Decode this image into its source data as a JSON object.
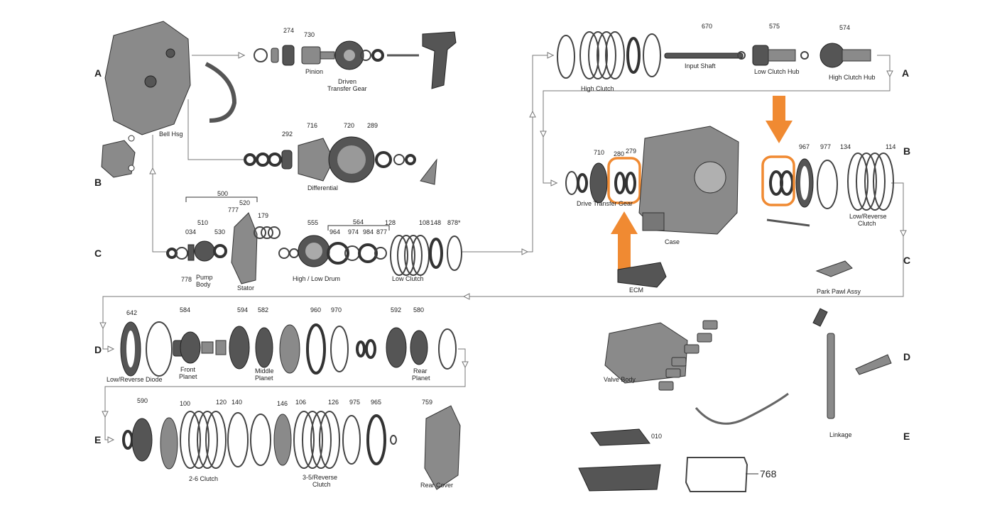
{
  "row_markers": [
    "A",
    "B",
    "C",
    "D",
    "E"
  ],
  "labels": {
    "bell_hsg": "Bell Hsg",
    "pinion": "Pinion",
    "driven_transfer_gear_1": "Driven",
    "driven_transfer_gear_2": "Transfer Gear",
    "differential": "Differential",
    "pump_body_1": "Pump",
    "pump_body_2": "Body",
    "stator": "Stator",
    "high_low_drum": "High / Low Drum",
    "low_clutch": "Low Clutch",
    "high_clutch": "High Clutch",
    "input_shaft": "Input Shaft",
    "low_clutch_hub": "Low Clutch Hub",
    "high_clutch_hub": "High Clutch Hub",
    "drive_transfer_gear": "Drive Transfer Gear",
    "case": "Case",
    "ecm": "ECM",
    "low_reverse_clutch_1": "Low/Reverse",
    "low_reverse_clutch_2": "Clutch",
    "park_pawl_assy": "Park Pawl Assy",
    "low_reverse_diode": "Low/Reverse Diode",
    "front_planet_1": "Front",
    "front_planet_2": "Planet",
    "middle_planet_1": "Middle",
    "middle_planet_2": "Planet",
    "rear_planet_1": "Rear",
    "rear_planet_2": "Planet",
    "valve_body": "Valve Body",
    "linkage": "Linkage",
    "clutch_2_6": "2-6 Clutch",
    "clutch_3_5_rev_1": "3-5/Reverse",
    "clutch_3_5_rev_2": "Clutch",
    "rear_cover": "Rear Cover"
  },
  "part_numbers": {
    "n274": "274",
    "n730": "730",
    "n292": "292",
    "n716": "716",
    "n720": "720",
    "n289": "289",
    "n500": "500",
    "n520": "520",
    "n777": "777",
    "n179": "179",
    "n034": "034",
    "n510": "510",
    "n530": "530",
    "n778": "778",
    "n555": "555",
    "n564": "564",
    "n964": "964",
    "n974": "974",
    "n984": "984",
    "n877": "877",
    "n128": "128",
    "n108": "108",
    "n148": "148",
    "n878": "878*",
    "n670": "670",
    "n575": "575",
    "n574": "574",
    "n710": "710",
    "n279": "279",
    "n280": "280",
    "n967": "967",
    "n977": "977",
    "n134": "134",
    "n114": "114",
    "n642": "642",
    "n584": "584",
    "n594": "594",
    "n582": "582",
    "n960": "960",
    "n970": "970",
    "n592": "592",
    "n580": "580",
    "n590": "590",
    "n100": "100",
    "n120": "120",
    "n140": "140",
    "n146": "146",
    "n106": "106",
    "n126": "126",
    "n975": "975",
    "n965": "965",
    "n759": "759",
    "n010": "010",
    "n768": "768"
  },
  "colors": {
    "highlight": "#f08a32",
    "part_gray": "#8a8a8a",
    "line_gray": "#777777"
  }
}
